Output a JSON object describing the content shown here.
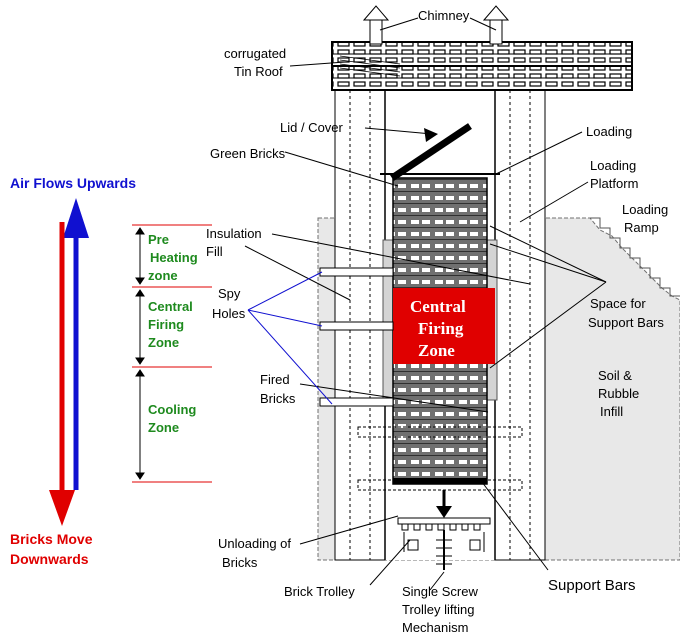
{
  "labels": {
    "chimney": "Chimney",
    "roof_line1": "corrugated",
    "roof_line2": "Tin Roof",
    "lid": "Lid / Cover",
    "loading": "Loading",
    "green_bricks": "Green Bricks",
    "loading_platform_line1": "Loading",
    "loading_platform_line2": "Platform",
    "loading_ramp_line1": "Loading",
    "loading_ramp_line2": "Ramp",
    "insulation_line1": "Insulation",
    "insulation_line2": "Fill",
    "spy_line1": "Spy",
    "spy_line2": "Holes",
    "support_space_line1": "Space for",
    "support_space_line2": "Support Bars",
    "central_firing_line1": "Central",
    "central_firing_line2": "Firing",
    "central_firing_line3": "Zone",
    "soil_line1": "Soil &",
    "soil_line2": "Rubble",
    "soil_line3": "Infill",
    "fired_line1": "Fired",
    "fired_line2": "Bricks",
    "unloading_line1": "Unloading of",
    "unloading_line2": "Bricks",
    "brick_trolley": "Brick Trolley",
    "screw_line1": "Single Screw",
    "screw_line2": "Trolley lifting",
    "screw_line3": "Mechanism",
    "support_bars": "Support Bars"
  },
  "zones": {
    "preheat_line1": "Pre",
    "preheat_line2": "Heating",
    "preheat_line3": "zone",
    "central_line1": "Central",
    "central_line2": "Firing",
    "central_line3": "Zone",
    "cooling_line1": "Cooling",
    "cooling_line2": "Zone"
  },
  "flows": {
    "air_flow": "Air Flows Upwards",
    "bricks_line1": "Bricks Move",
    "bricks_line2": "Downwards"
  },
  "colors": {
    "air_arrow": "#1010d0",
    "bricks_arrow": "#e00000",
    "zone_text": "#1e8a1e",
    "firing_zone_fill": "#e00000",
    "soil_fill": "#e8e8e8"
  }
}
